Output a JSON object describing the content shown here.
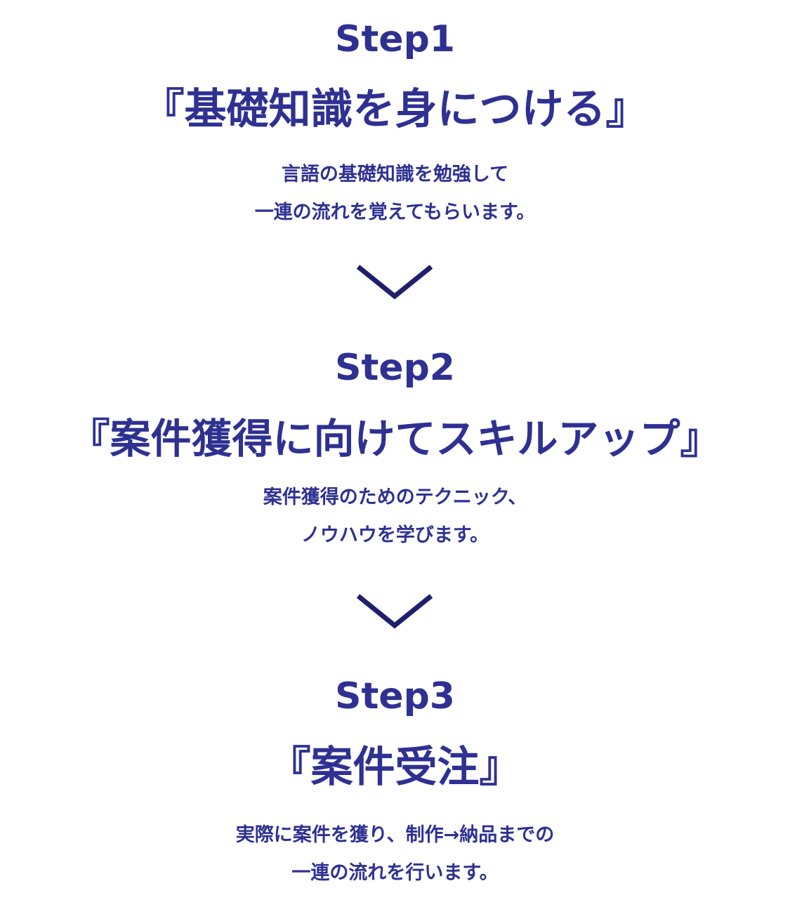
{
  "colors": {
    "text": "#2e3192",
    "chevron": "#1f1f6e",
    "background": "#ffffff"
  },
  "steps": [
    {
      "label": "Step1",
      "title": "『基礎知識を身につける』",
      "description": [
        "言語の基礎知識を勉強して",
        "一連の流れを覚えてもらいます。"
      ]
    },
    {
      "label": "Step2",
      "title": "『案件獲得に向けてスキルアップ』",
      "description": [
        "案件獲得のためのテクニック、",
        "ノウハウを学びます。"
      ]
    },
    {
      "label": "Step3",
      "title": "『案件受注』",
      "description": [
        "実際に案件を獲り、制作→納品までの",
        "一連の流れを行います。"
      ]
    }
  ],
  "icons": {
    "separator": "chevron-down-icon"
  }
}
